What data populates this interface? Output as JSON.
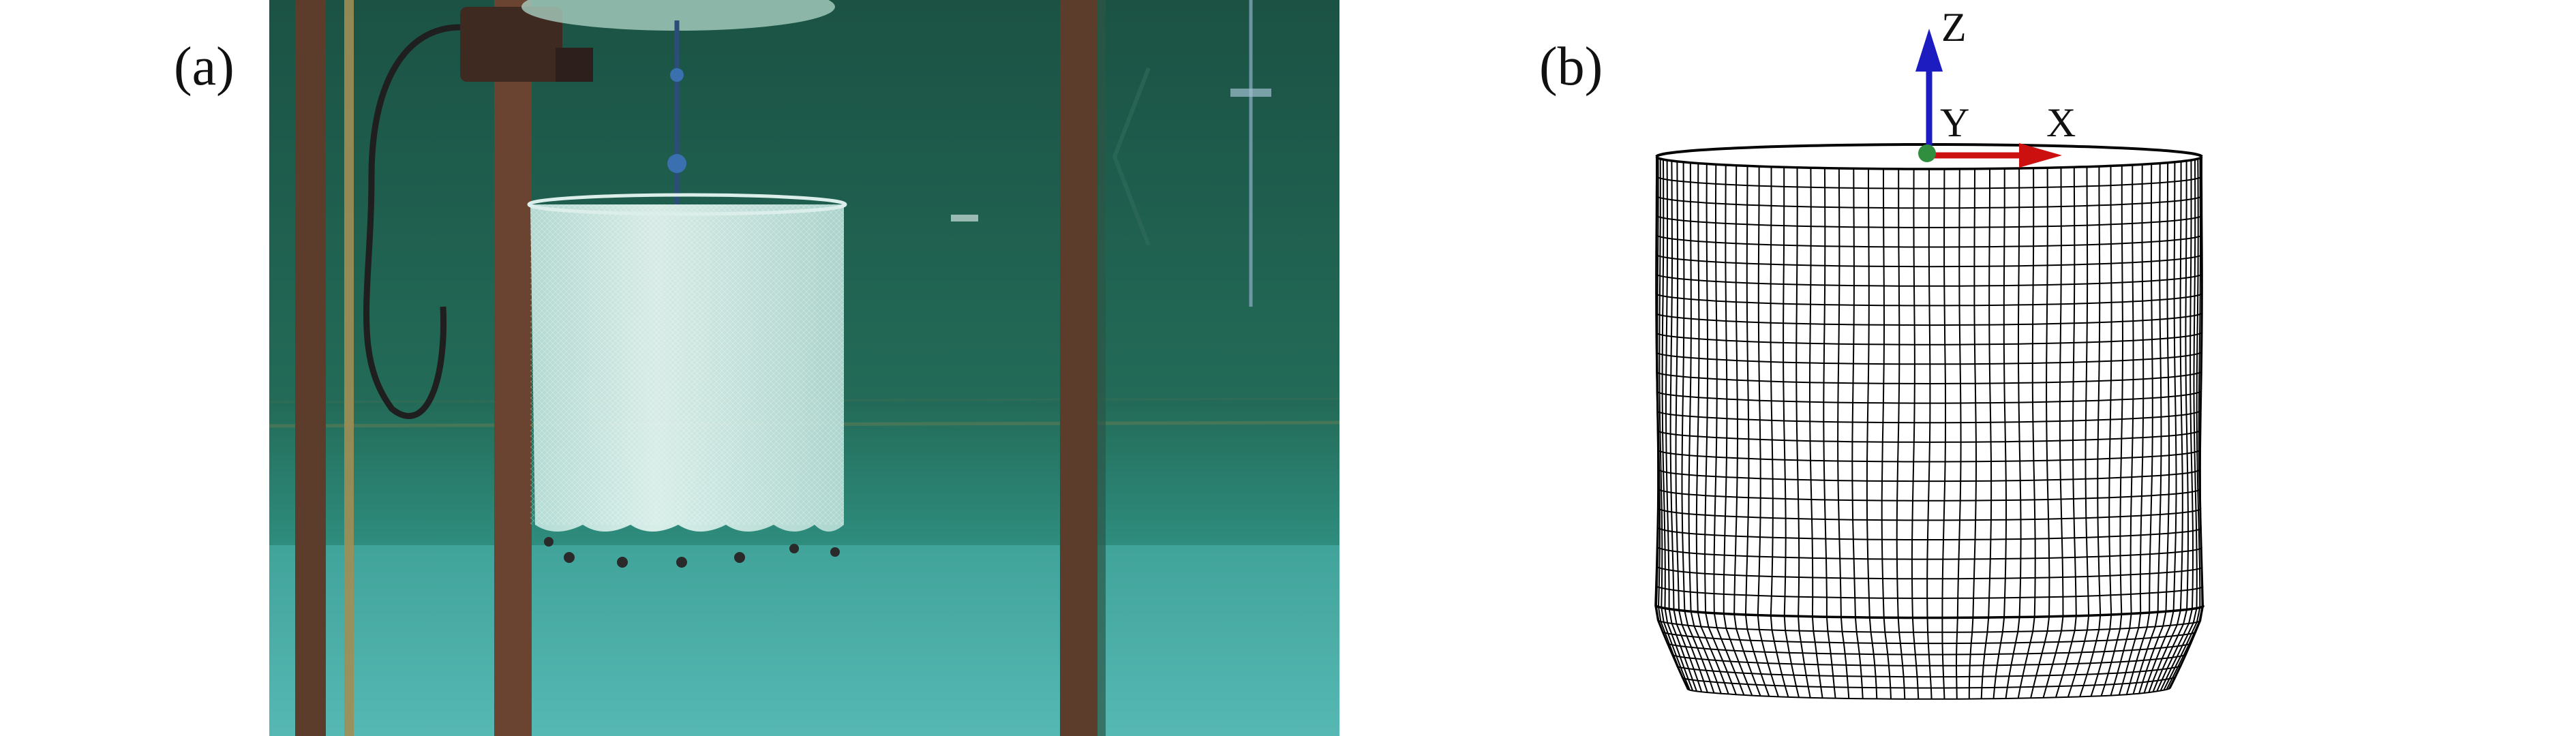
{
  "panels": {
    "a": {
      "label": "(a)",
      "kind": "photograph"
    },
    "b": {
      "label": "(b)",
      "kind": "numerical-net-model"
    }
  },
  "axes": {
    "z": "Z",
    "y": "Y",
    "x": "X"
  },
  "colors": {
    "z_axis": "#1c1cc0",
    "x_axis": "#cc1010",
    "y_axis": "#2f8f3f",
    "water_dark": "#1f5a4c",
    "water_light": "#63c1bd",
    "net": "#d8efec",
    "pillar": "#6a4430",
    "mesh": "#000000"
  }
}
